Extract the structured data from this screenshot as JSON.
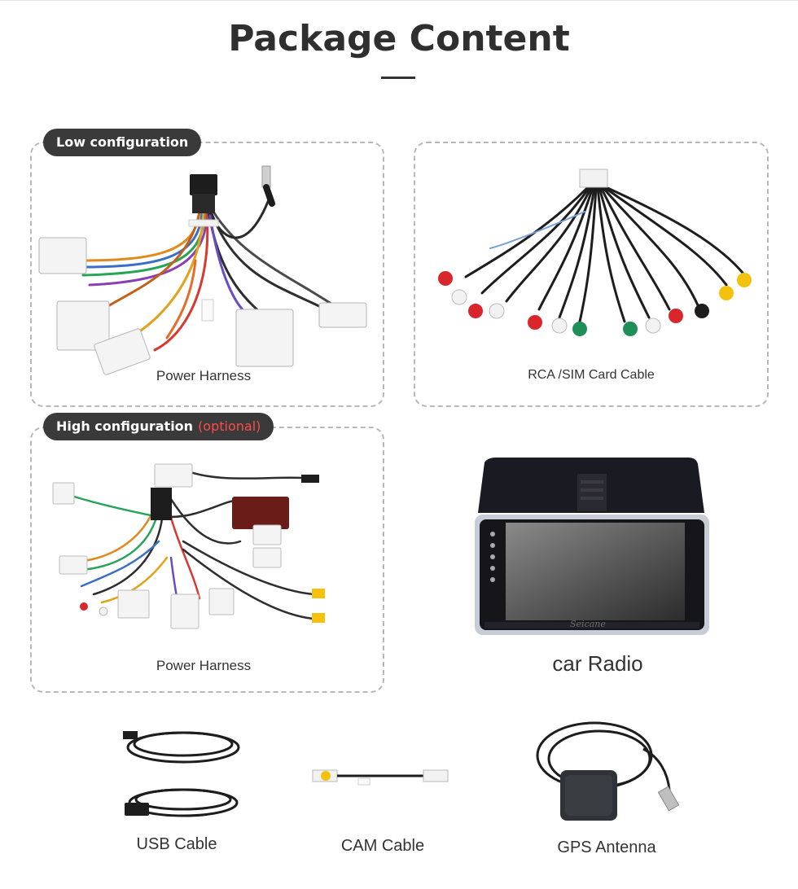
{
  "page": {
    "title": "Package Content"
  },
  "sections": {
    "low_config": {
      "badge": "Low configuration",
      "caption": "Power Harness"
    },
    "rca_cable": {
      "caption": "RCA /SIM Card Cable"
    },
    "high_config": {
      "badge": "High configuration",
      "badge_note": "(optional)",
      "caption": "Power Harness"
    },
    "car_radio": {
      "caption": "car Radio",
      "brand": "Seicane"
    }
  },
  "bottom_items": [
    {
      "caption": "USB Cable"
    },
    {
      "caption": "CAM Cable"
    },
    {
      "caption": "GPS Antenna"
    }
  ],
  "colors": {
    "badge_bg": "#3a3a3a",
    "optional_red": "#ff4a4a",
    "rca_red": "#d9262c",
    "rca_white": "#f2f2f2",
    "rca_yellow": "#f4c20d",
    "rca_green": "#1f8f5a",
    "wire_black": "#1d1d1d"
  }
}
